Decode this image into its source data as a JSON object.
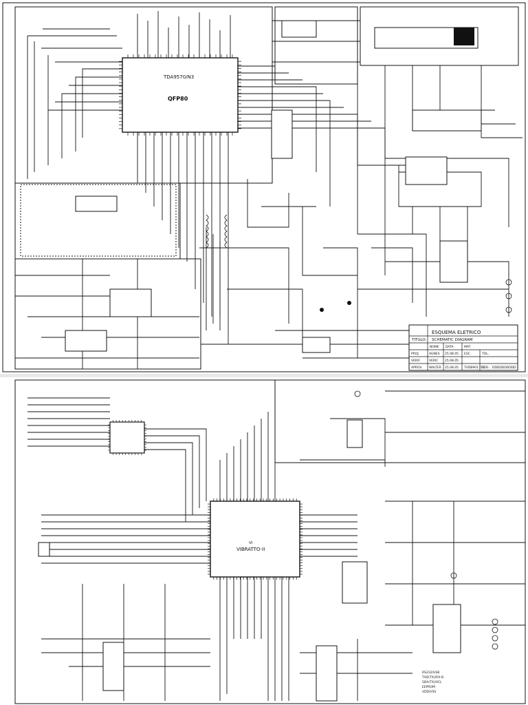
{
  "sheet1": {
    "main_ic": {
      "part": "TDA9570/N3",
      "package": "QFP80"
    },
    "title_block": {
      "title_label": "TITULO:",
      "title_pt": "ESQUEMA ELETRICO",
      "title_en": "SCHEMATIC DIAGRAM",
      "header_row": [
        "NOME",
        "DATA",
        "MAT."
      ],
      "rows": [
        [
          "PROJ.",
          "AGNES",
          "25.08.05"
        ],
        [
          "VERIF.",
          "VERIF.",
          "25.08.05"
        ],
        [
          "APROV.",
          "WALTER",
          "25.08.05"
        ]
      ],
      "model": "TVDB901 F/G",
      "scale": "ESC.",
      "tol": "TOL.",
      "code_label": "COD.:",
      "code": "DDDDDDDDDD"
    }
  },
  "sheet2": {
    "main_ic": {
      "ref": "VI",
      "part": "VIBRATTO-II"
    },
    "notes": [
      "RS232/USB",
      "TXD(TX)/RX-D",
      "SDA(TX)/SCL",
      "EEPROM",
      "VDD/VSS"
    ]
  },
  "colors": {
    "line": "#111111",
    "background": "#ffffff",
    "gutter": "#e9e9e9"
  }
}
